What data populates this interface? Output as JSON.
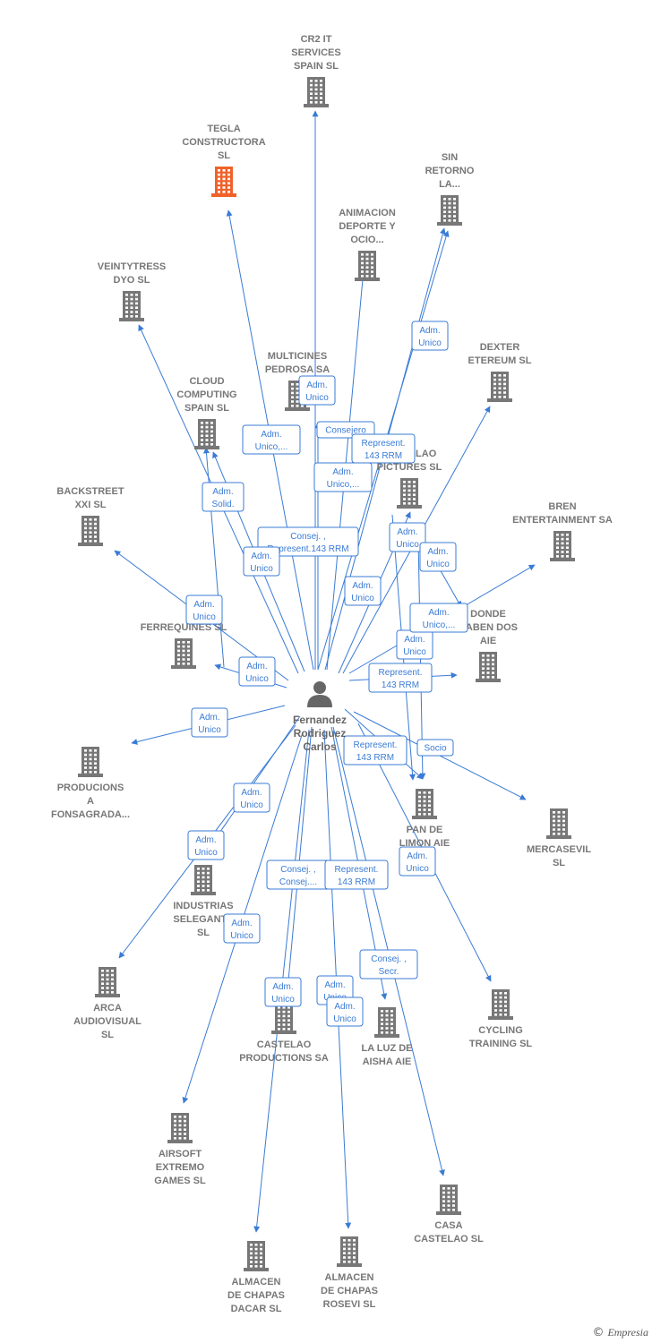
{
  "colors": {
    "edge": "#3a7bd5",
    "building": "#777777",
    "building_highlight": "#f0622a",
    "person": "#666666"
  },
  "center": {
    "lines": [
      "Fernandez",
      "Rodriguez",
      "Carlos"
    ],
    "icon": "person-icon"
  },
  "nodes": [
    {
      "id": "cr2",
      "lines": [
        "CR2 IT",
        "SERVICES",
        "SPAIN SL"
      ],
      "icon": "building-icon"
    },
    {
      "id": "tegla",
      "lines": [
        "TEGLA",
        "CONSTRUCTORA",
        "SL"
      ],
      "icon": "building-icon",
      "highlight": true
    },
    {
      "id": "sinretorno",
      "lines": [
        "SIN",
        "RETORNO",
        "LA..."
      ],
      "icon": "building-icon"
    },
    {
      "id": "animacion",
      "lines": [
        "ANIMACION",
        "DEPORTE Y",
        "OCIO..."
      ],
      "icon": "building-icon"
    },
    {
      "id": "veintytress",
      "lines": [
        "VEINTYTRESS",
        "DYO  SL"
      ],
      "icon": "building-icon"
    },
    {
      "id": "multicines",
      "lines": [
        "MULTICINES",
        "PEDROSA SA"
      ],
      "icon": "building-icon"
    },
    {
      "id": "dexter",
      "lines": [
        "DEXTER",
        "ETEREUM  SL"
      ],
      "icon": "building-icon"
    },
    {
      "id": "cloud",
      "lines": [
        "CLOUD",
        "COMPUTING",
        "SPAIN  SL"
      ],
      "icon": "building-icon"
    },
    {
      "id": "castelaopictures",
      "lines": [
        "CASTELAO",
        "PICTURES  SL"
      ],
      "icon": "building-icon"
    },
    {
      "id": "backstreet",
      "lines": [
        "BACKSTREET",
        "XXI SL"
      ],
      "icon": "building-icon"
    },
    {
      "id": "bren",
      "lines": [
        "BREN",
        "ENTERTAINMENT SA"
      ],
      "icon": "building-icon"
    },
    {
      "id": "ferrequines",
      "lines": [
        "FERREQUINES  SL"
      ],
      "icon": "building-icon"
    },
    {
      "id": "donde",
      "lines": [
        "DONDE",
        "CABEN DOS",
        "AIE"
      ],
      "icon": "building-icon"
    },
    {
      "id": "producions",
      "lines": [
        "PRODUCIONS",
        "A",
        "FONSAGRADA..."
      ],
      "icon": "building-icon"
    },
    {
      "id": "pandelimon",
      "lines": [
        "PAN DE",
        "LIMON  AIE"
      ],
      "icon": "building-icon"
    },
    {
      "id": "mercasevil",
      "lines": [
        "MERCASEVIL",
        "SL"
      ],
      "icon": "building-icon"
    },
    {
      "id": "industrias",
      "lines": [
        "INDUSTRIAS",
        "SELEGANTE",
        "SL"
      ],
      "icon": "building-icon"
    },
    {
      "id": "arca",
      "lines": [
        "ARCA",
        "AUDIOVISUAL",
        "SL"
      ],
      "icon": "building-icon"
    },
    {
      "id": "cycling",
      "lines": [
        "CYCLING",
        "TRAINING SL"
      ],
      "icon": "building-icon"
    },
    {
      "id": "castelaoproductions",
      "lines": [
        "CASTELAO",
        "PRODUCTIONS SA"
      ],
      "icon": "building-icon"
    },
    {
      "id": "laluz",
      "lines": [
        "LA LUZ DE",
        "AISHA  AIE"
      ],
      "icon": "building-icon"
    },
    {
      "id": "airsoft",
      "lines": [
        "AIRSOFT",
        "EXTREMO",
        "GAMES SL"
      ],
      "icon": "building-icon"
    },
    {
      "id": "casacastelao",
      "lines": [
        "CASA",
        "CASTELAO  SL"
      ],
      "icon": "building-icon"
    },
    {
      "id": "dacar",
      "lines": [
        "ALMACEN",
        "DE CHAPAS",
        "DACAR  SL"
      ],
      "icon": "building-icon"
    },
    {
      "id": "rosevi",
      "lines": [
        "ALMACEN",
        "DE CHAPAS",
        "ROSEVI SL"
      ],
      "icon": "building-icon"
    }
  ],
  "edge_labels": [
    [
      "Adm.",
      "Unico"
    ],
    [
      "Adm.",
      "Unico"
    ],
    [
      "Consejero"
    ],
    [
      "Adm.",
      "Unico,..."
    ],
    [
      "Represent.",
      "143 RRM"
    ],
    [
      "Adm.",
      "Unico,..."
    ],
    [
      "Adm.",
      "Solid."
    ],
    [
      "Consej. ,",
      "Represent.143 RRM"
    ],
    [
      "Adm.",
      "Unico"
    ],
    [
      "Adm.",
      "Unico"
    ],
    [
      "Adm.",
      "Unico"
    ],
    [
      "Adm.",
      "Unico"
    ],
    [
      "Adm.",
      "Unico"
    ],
    [
      "Adm.",
      "Unico"
    ],
    [
      "Adm.",
      "Unico"
    ],
    [
      "Adm.",
      "Unico,..."
    ],
    [
      "Represent.",
      "143 RRM"
    ],
    [
      "Adm.",
      "Unico"
    ],
    [
      "Represent.",
      "143 RRM"
    ],
    [
      "Socio"
    ],
    [
      "Adm.",
      "Unico"
    ],
    [
      "Adm.",
      "Unico"
    ],
    [
      "Consej. ,",
      "Consej...."
    ],
    [
      "Represent.",
      "143 RRM"
    ],
    [
      "Adm.",
      "Unico"
    ],
    [
      "Adm.",
      "Unico"
    ],
    [
      "Consej. ,",
      "Secr."
    ],
    [
      "Adm.",
      "Unico"
    ],
    [
      "Adm.",
      "Unico"
    ],
    [
      "Adm.",
      "Unico"
    ]
  ],
  "brand": {
    "symbol": "©",
    "name": "Empresia"
  }
}
